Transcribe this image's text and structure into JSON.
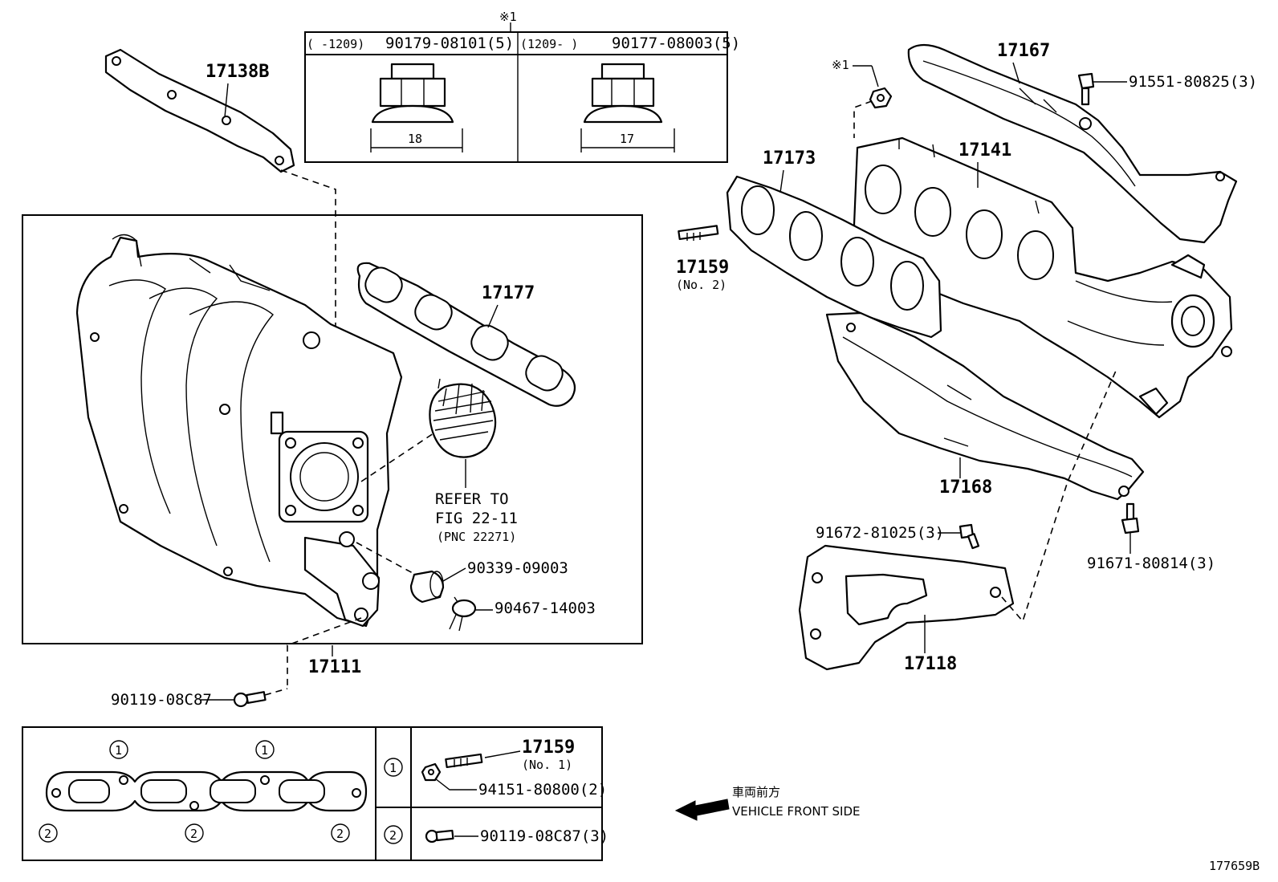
{
  "diagram_id": "177659B",
  "note_mark": "※1",
  "nut_table": {
    "left_range": "(      -1209)",
    "left_part": "90179-08101(5)",
    "left_size": "18",
    "right_range": "(1209-      )",
    "right_part": "90177-08003(5)",
    "right_size": "17"
  },
  "labels": {
    "p17138B": "17138B",
    "p17177": "17177",
    "p17111": "17111",
    "p90339": "90339-09003",
    "p90467": "90467-14003",
    "p90119_single": "90119-08C87",
    "refer_line1": "REFER TO",
    "refer_line2": "FIG 22-11",
    "refer_line3": "(PNC 22271)",
    "p17167": "17167",
    "p91551": "91551-80825(3)",
    "p17173": "17173",
    "p17141": "17141",
    "p17159_no2": "17159",
    "no2": "(No. 2)",
    "p17168": "17168",
    "p91672": "91672-81025(3)",
    "p91671": "91671-80814(3)",
    "p17118": "17118"
  },
  "legend": {
    "mark1": "1",
    "mark2": "2",
    "stud_part": "17159",
    "stud_no": "(No. 1)",
    "nut_part": "94151-80800(2)",
    "bolt_part": "90119-08C87(3)"
  },
  "front": {
    "jp": "車両前方",
    "en": "VEHICLE FRONT SIDE"
  }
}
